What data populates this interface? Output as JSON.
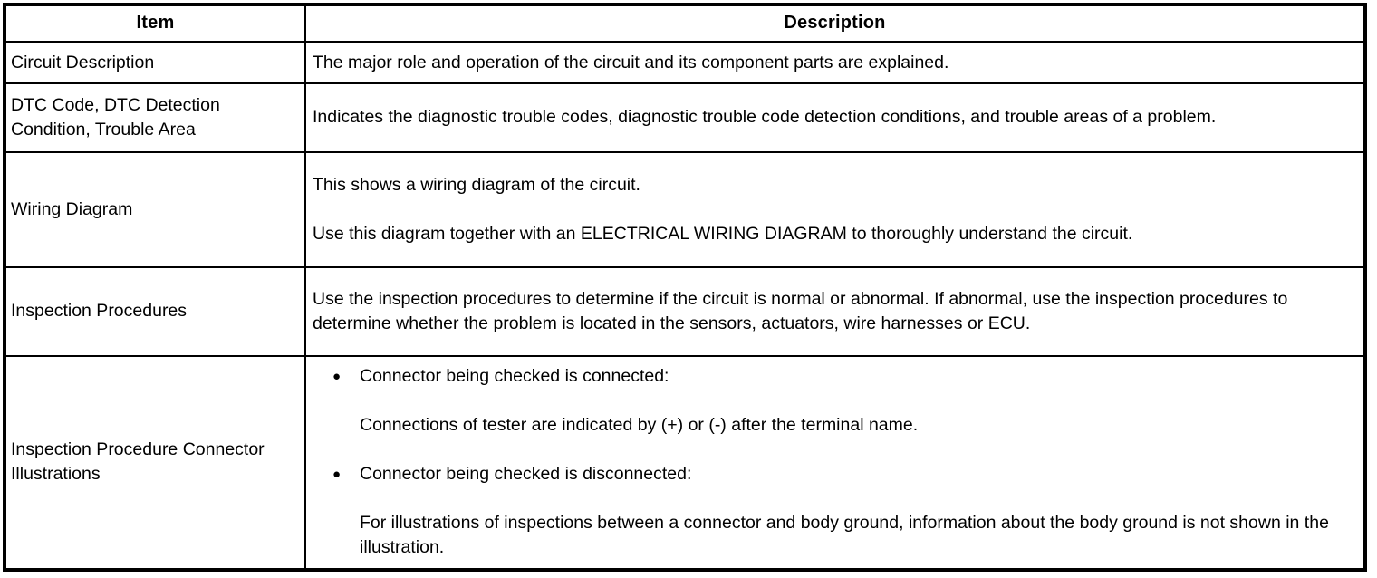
{
  "page": {
    "background_color": "#ffffff",
    "border_color": "#000000",
    "text_color": "#000000"
  },
  "table": {
    "headers": {
      "item": "Item",
      "description": "Description"
    },
    "bullet_glyph": "●",
    "rows": [
      {
        "item": "Circuit Description",
        "description": [
          {
            "type": "p",
            "text": "The major role and operation of the circuit and its component parts are explained."
          }
        ]
      },
      {
        "item": "DTC Code, DTC Detection Condition, Trouble Area",
        "description": [
          {
            "type": "p",
            "text": "Indicates the diagnostic trouble codes, diagnostic trouble code detection conditions, and trouble areas of a problem."
          }
        ]
      },
      {
        "item": "Wiring Diagram",
        "description": [
          {
            "type": "p",
            "text": "This shows a wiring diagram of the circuit."
          },
          {
            "type": "p",
            "text": "Use this diagram together with an ELECTRICAL WIRING DIAGRAM to thoroughly understand the circuit."
          }
        ]
      },
      {
        "item": "Inspection Procedures",
        "description": [
          {
            "type": "p",
            "text": "Use the inspection procedures to determine if the circuit is normal or abnormal. If abnormal, use the inspection procedures to determine whether the problem is located in the sensors, actuators, wire harnesses or ECU."
          }
        ]
      },
      {
        "item": "Inspection Procedure Connector Illustrations",
        "description": [
          {
            "type": "bullet",
            "text": "Connector being checked is connected:"
          },
          {
            "type": "sub",
            "text": "Connections of tester are indicated by (+) or (-) after the terminal name."
          },
          {
            "type": "bullet",
            "text": "Connector being checked is disconnected:"
          },
          {
            "type": "sub",
            "text": "For illustrations of inspections between a connector and body ground, information about the body ground is not shown in the illustration."
          }
        ]
      }
    ]
  }
}
